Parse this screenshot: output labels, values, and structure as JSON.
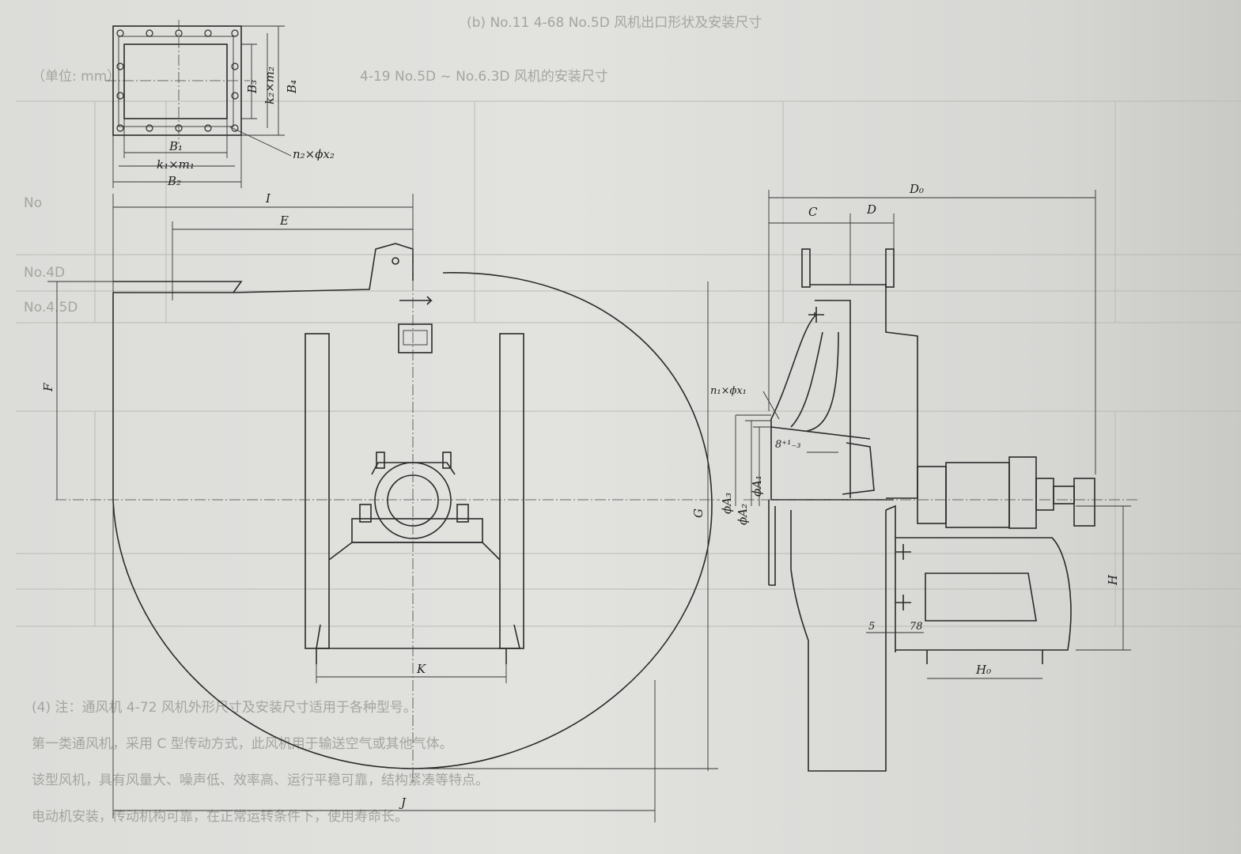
{
  "background_text": {
    "top_caption": "(b) No.11 4-68 No.5D 风机出口形状及安装尺寸",
    "table_caption": "4-19 No.5D ~ No.6.3D 风机的安装尺寸",
    "unit_label": "（单位: mm）",
    "row_labels": [
      "No",
      "No.4D",
      "No.4.5D"
    ],
    "footer_lines": [
      "(4) 注：通风机 4-72 风机外形尺寸及安装尺寸适用于各种型号。",
      "第一类通风机，采用 C 型传动方式，此风机用于输送空气或其他气体。",
      "该型风机，具有风量大、噪声低、效率高、运行平稳可靠，结构紧凑等特点。",
      "电动机安装，传动机构可靠，在正常运转条件下，使用寿命长。"
    ]
  },
  "outlet_flange": {
    "labels": {
      "b1": "B₁",
      "k1m1": "k₁×m₁",
      "b2": "B₂",
      "b3": "B₃",
      "k2m2": "k₂×m₂",
      "b4": "B₄",
      "holes": "n₂×ϕx₂"
    }
  },
  "front_view": {
    "labels": {
      "i": "I",
      "e": "E",
      "f": "F",
      "g": "G",
      "k": "K",
      "j": "J"
    }
  },
  "side_view": {
    "labels": {
      "d0": "D₀",
      "c": "C",
      "d": "D",
      "holes": "n₁×ϕx₁",
      "tol": "8⁺¹₋₃",
      "a3": "ϕA₃",
      "a2": "ϕA₂",
      "a1": "ϕA₁",
      "h": "H",
      "h0": "H₀",
      "five": "5",
      "seventy_eight": "78"
    }
  },
  "colors": {
    "paper": "#dededb",
    "ink": "#2a2a2a",
    "ghost": "#a4a4a1"
  }
}
